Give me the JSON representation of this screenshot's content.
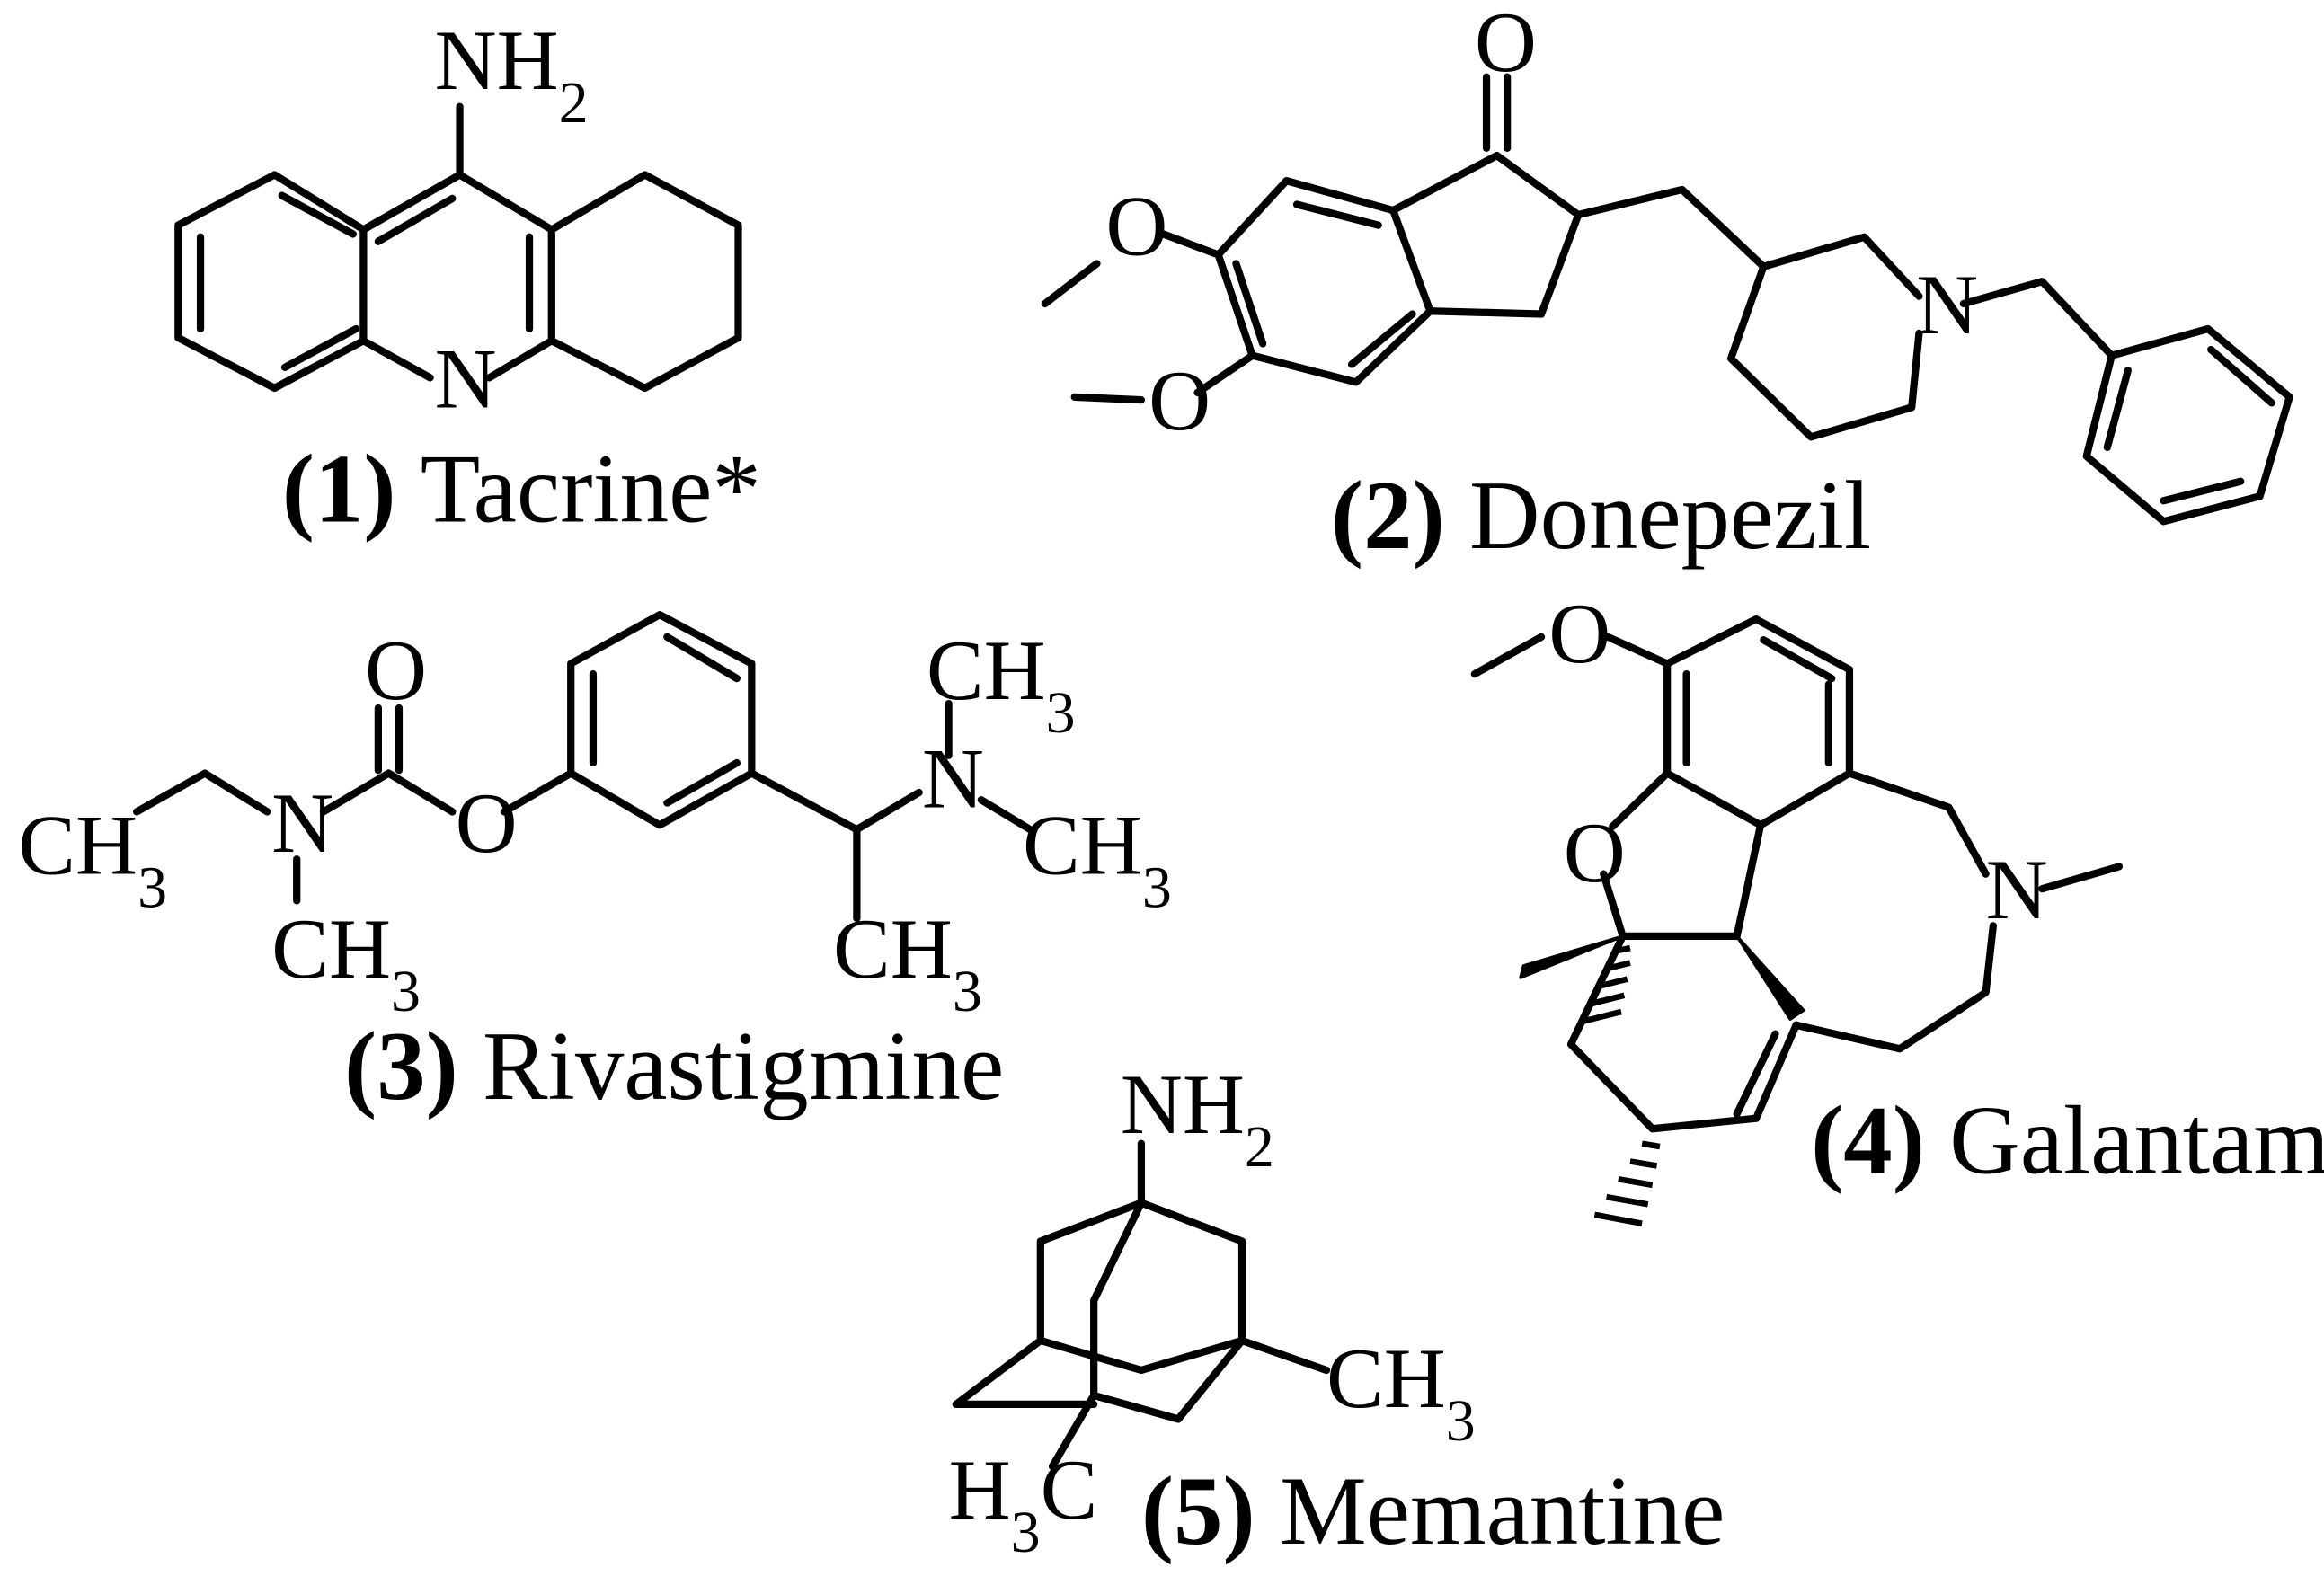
{
  "molecules": [
    {
      "id": "tacrine",
      "number": "(1)",
      "name": "Tacrine*",
      "atoms": {
        "amine": "NH2",
        "ring_n": "N"
      }
    },
    {
      "id": "donepezil",
      "number": "(2)",
      "name": "Donepezil",
      "atoms": {
        "ketone_o": "O",
        "methoxy_o1": "O",
        "methoxy_o2": "O",
        "piperidine_n": "N"
      }
    },
    {
      "id": "rivastigmine",
      "number": "(3)",
      "name": "Rivastigmine",
      "atoms": {
        "carbonyl_o": "O",
        "ester_o": "O",
        "carbamate_n": "N",
        "amine_n": "N",
        "ethyl_ch3": "CH3",
        "n_ch3": "CH3",
        "alpha_ch3": "CH3",
        "nme_top_ch3": "CH3",
        "nme_right_ch3": "CH3"
      }
    },
    {
      "id": "galantamine",
      "number": "(4)",
      "name": "Galantamine",
      "atoms": {
        "methoxy_o": "O",
        "furan_o": "O",
        "ring_n": "N"
      }
    },
    {
      "id": "memantine",
      "number": "(5)",
      "name": "Memantine",
      "atoms": {
        "amine": "NH2",
        "right_ch3": "CH3",
        "left_h3c": "H3C"
      }
    }
  ]
}
